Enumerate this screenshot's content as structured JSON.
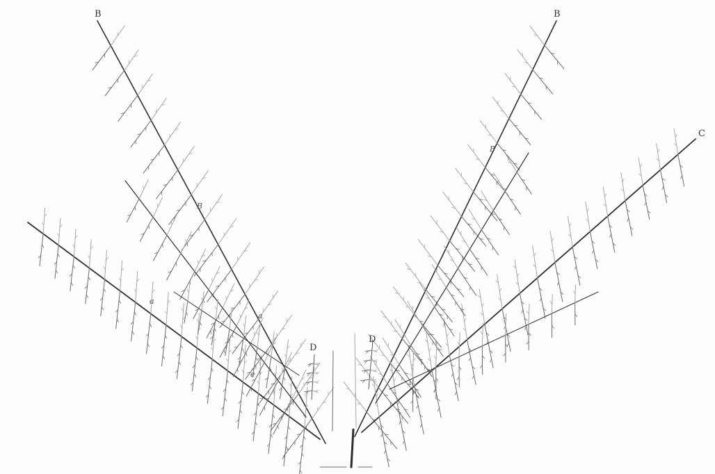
{
  "figure": {
    "description_labels": {
      "left_top": "B",
      "right_top": "B",
      "right_side": "C",
      "left_bottom": "D",
      "center_bottom": "D",
      "left_mid_1": "B",
      "left_mid_2": "a",
      "left_mid_3": "a",
      "left_mid_4": "e",
      "right_mid_1": "B"
    },
    "colors": {
      "background": "#fdfdfd",
      "main_stroke": "#2e2e2e",
      "secondary_stroke": "#6a6a6a",
      "faint_stroke": "#a6a6a6"
    }
  }
}
